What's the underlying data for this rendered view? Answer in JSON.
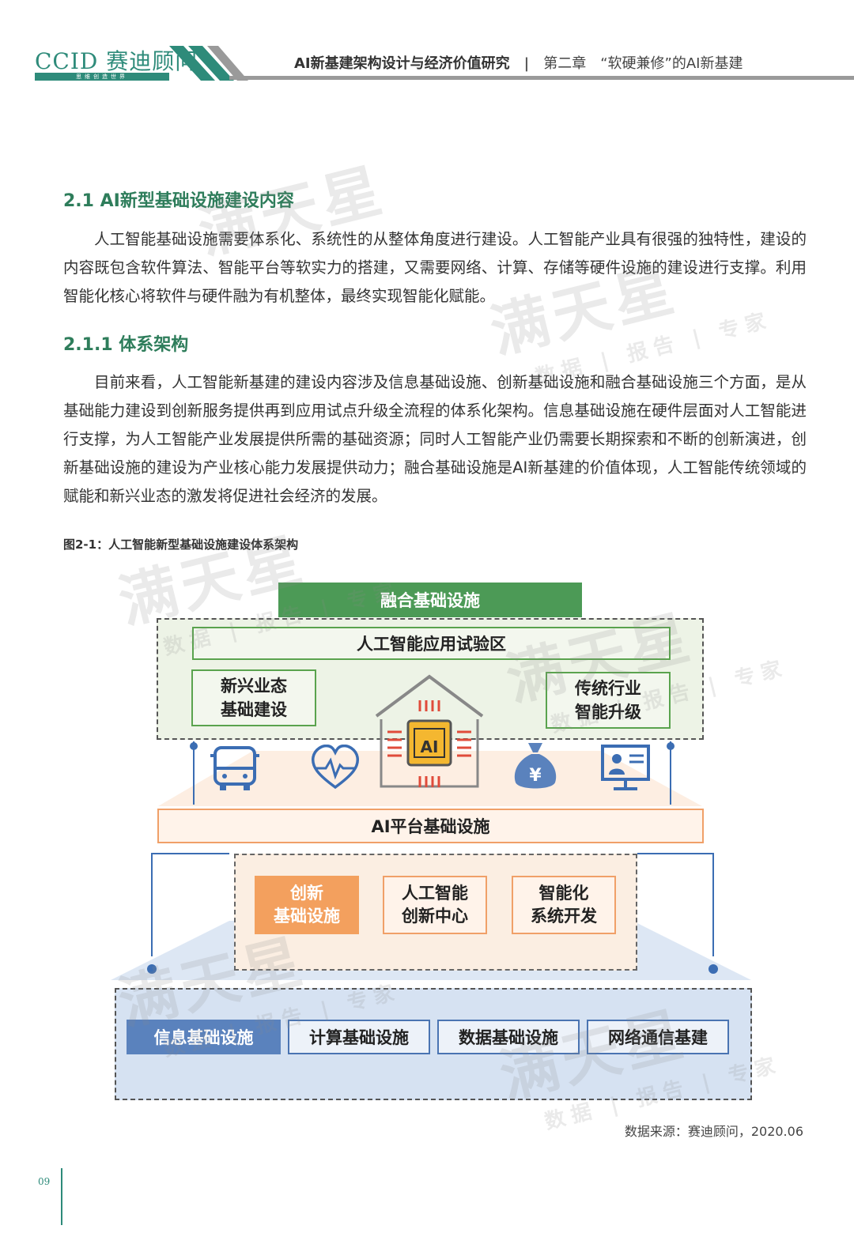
{
  "header": {
    "logo_main": "CCID 赛迪顾问",
    "logo_sub": "思维创造世界",
    "report_title": "AI新基建架构设计与经济价值研究",
    "separator": "|",
    "chapter": "第二章　“软硬兼修”的AI新基建"
  },
  "section": {
    "heading": "2.1  AI新型基础设施建设内容",
    "para1": "人工智能基础设施需要体系化、系统性的从整体角度进行建设。人工智能产业具有很强的独特性，建设的内容既包含软件算法、智能平台等软实力的搭建，又需要网络、计算、存储等硬件设施的建设进行支撑。利用智能化核心将软件与硬件融为有机整体，最终实现智能化赋能。"
  },
  "subsection": {
    "heading": "2.1.1  体系架构",
    "para": "目前来看，人工智能新基建的建设内容涉及信息基础设施、创新基础设施和融合基础设施三个方面，是从基础能力建设到创新服务提供再到应用试点升级全流程的体系化架构。信息基础设施在硬件层面对人工智能进行支撑，为人工智能产业发展提供所需的基础资源；同时人工智能产业仍需要长期探索和不断的创新演进，创新基础设施的建设为产业核心能力发展提供动力；融合基础设施是AI新基建的价值体现，人工智能传统领域的赋能和新兴业态的激发将促进社会经济的发展。"
  },
  "figure": {
    "caption": "图2-1：人工智能新型基础设施建设体系架构",
    "fusion_title": "融合基础设施",
    "fusion_top": "人工智能应用试验区",
    "fusion_left": "新兴业态\n基础建设",
    "fusion_right": "传统行业\n智能升级",
    "ai_chip_label": "AI",
    "yuan_symbol": "¥",
    "platform": "AI平台基础设施",
    "innovation_1": "创新\n基础设施",
    "innovation_2": "人工智能\n创新中心",
    "innovation_3": "智能化\n系统开发",
    "info_1": "信息基础设施",
    "info_2": "计算基础设施",
    "info_3": "数据基础设施",
    "info_4": "网络通信基建",
    "icons": [
      "bus-icon",
      "heart-pulse-icon",
      "house-ai-chip-icon",
      "money-bag-icon",
      "monitor-person-icon"
    ],
    "colors": {
      "green_header": "#4c9a56",
      "orange_highlight": "#f3a05e",
      "blue_highlight": "#5a82bd",
      "line_blue": "#3b6db3"
    }
  },
  "watermark": {
    "main": "满天星",
    "sub": "数据 | 报告 | 专家"
  },
  "source": "数据来源：赛迪顾问，2020.06",
  "page_number": "09"
}
